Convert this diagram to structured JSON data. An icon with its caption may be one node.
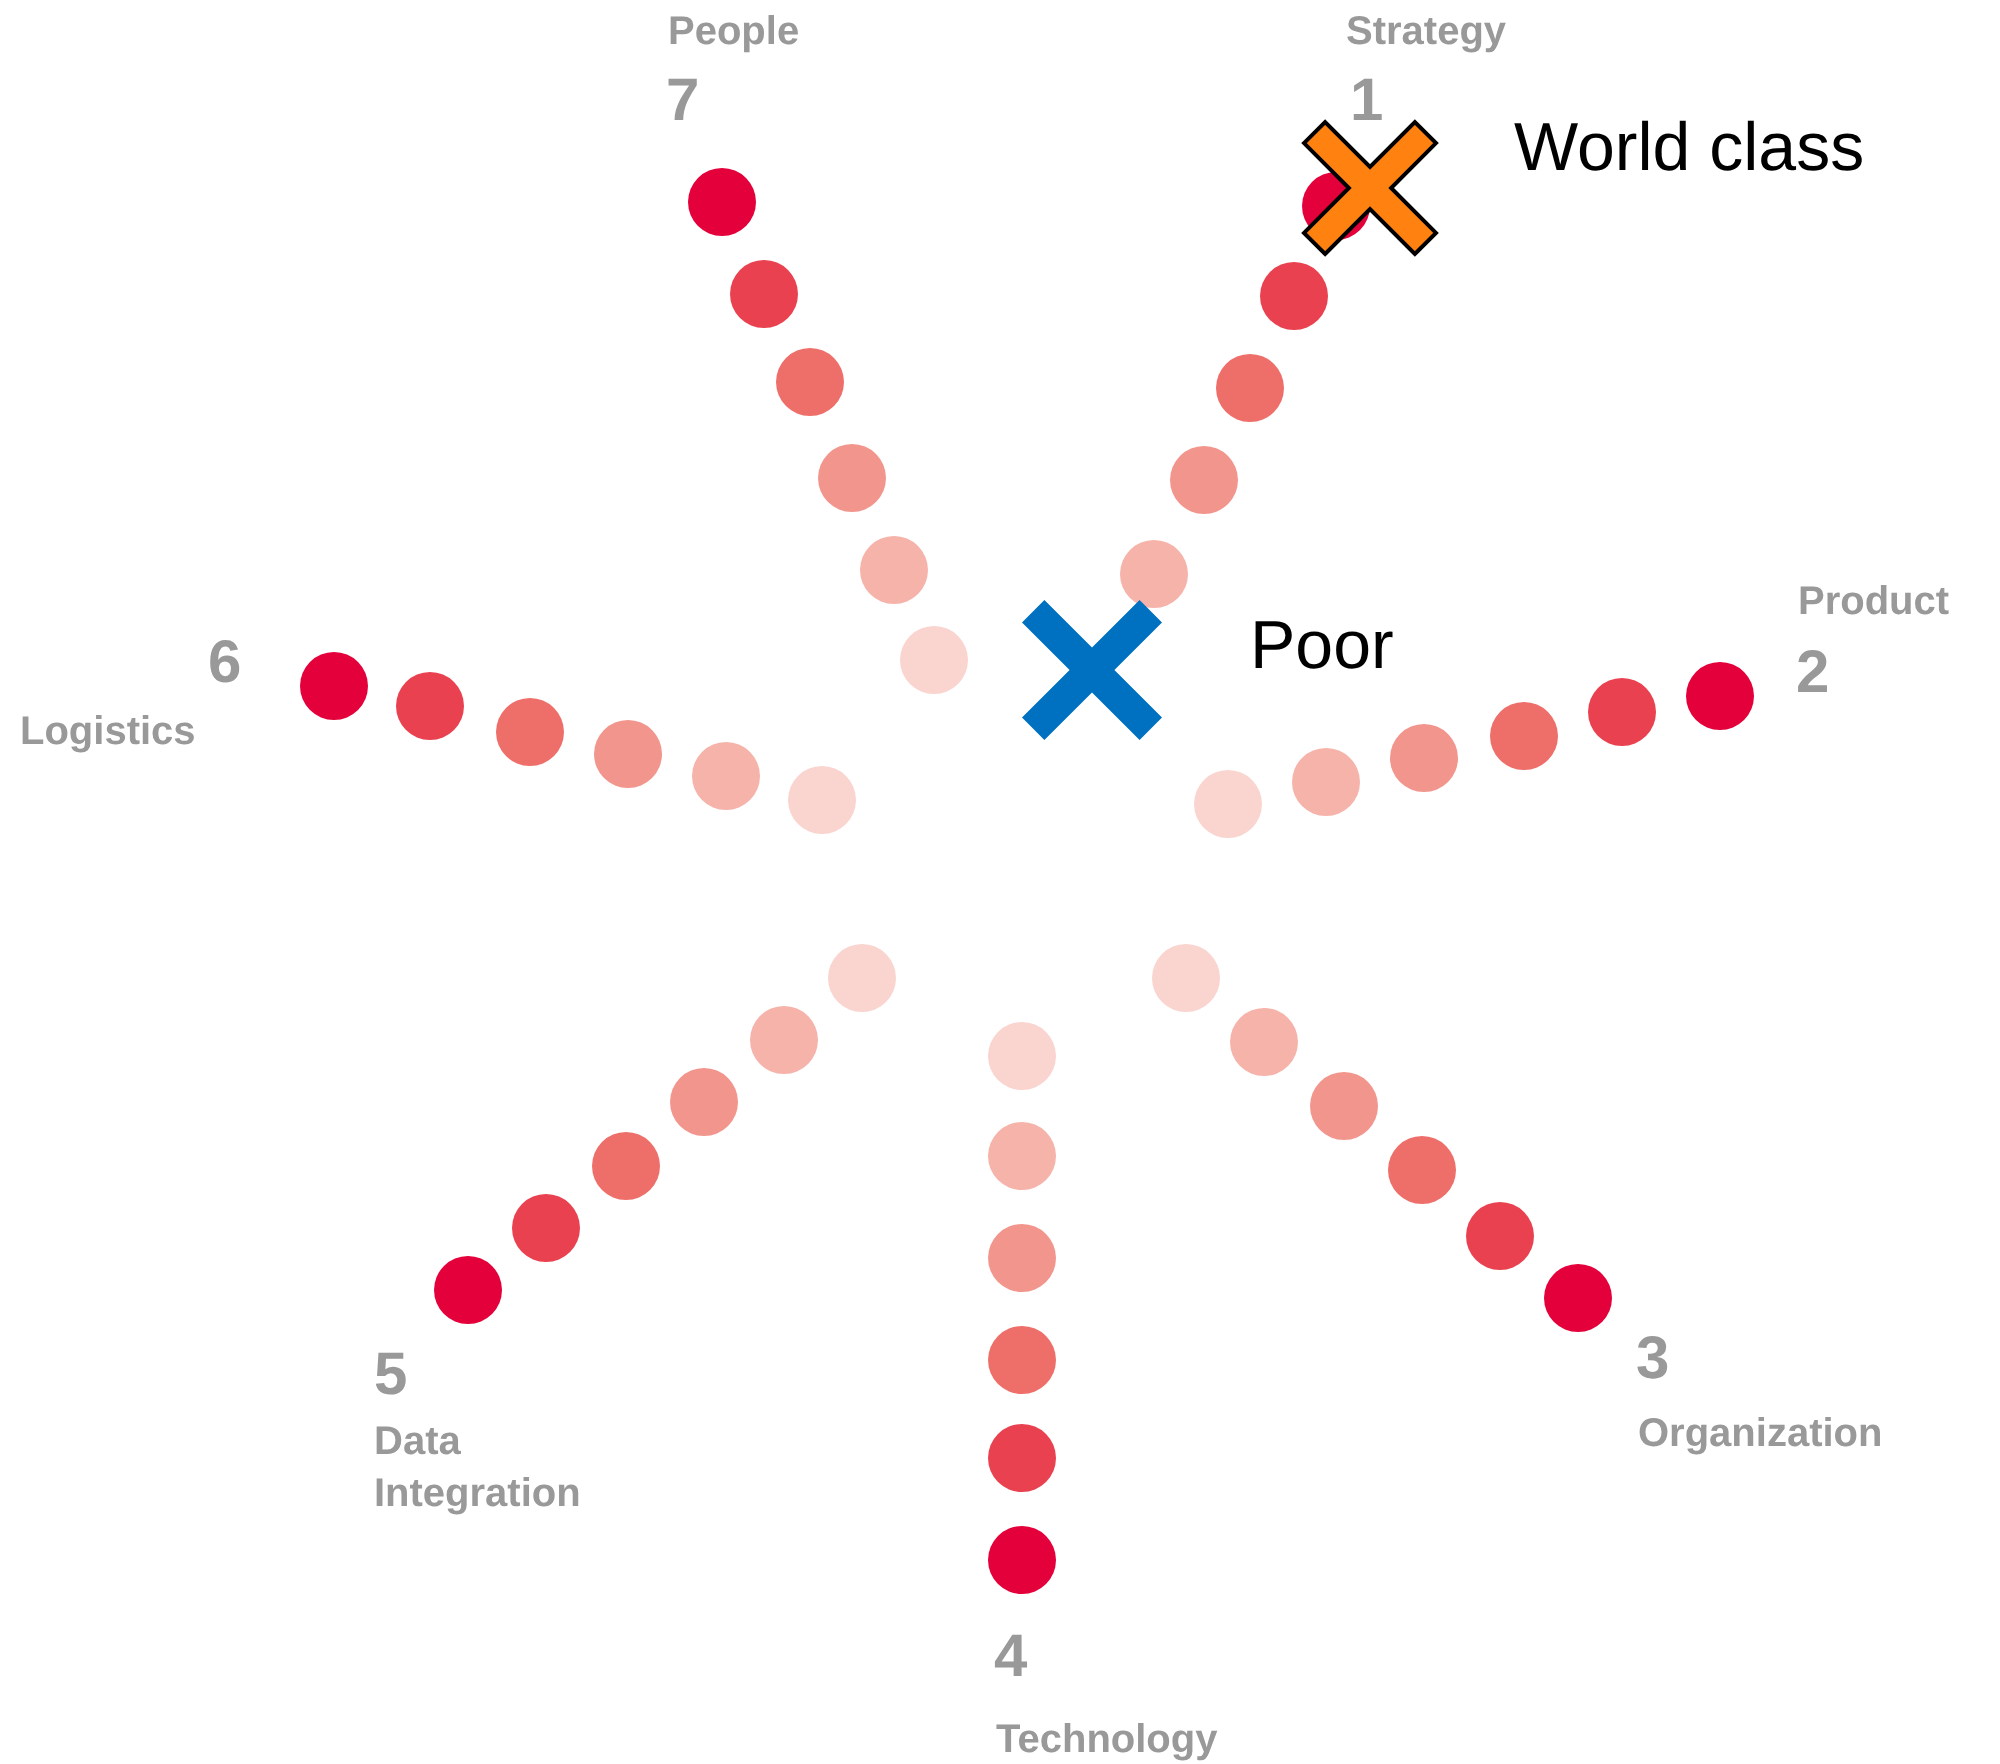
{
  "diagram": {
    "labels": [
      "People",
      "7",
      "Strategy",
      "1",
      "World class",
      "Poor",
      "Product",
      "2",
      "6",
      "Logistics",
      "5",
      "Data Integration",
      "3",
      "Organization",
      "4",
      "Technology"
    ]
  }
}
